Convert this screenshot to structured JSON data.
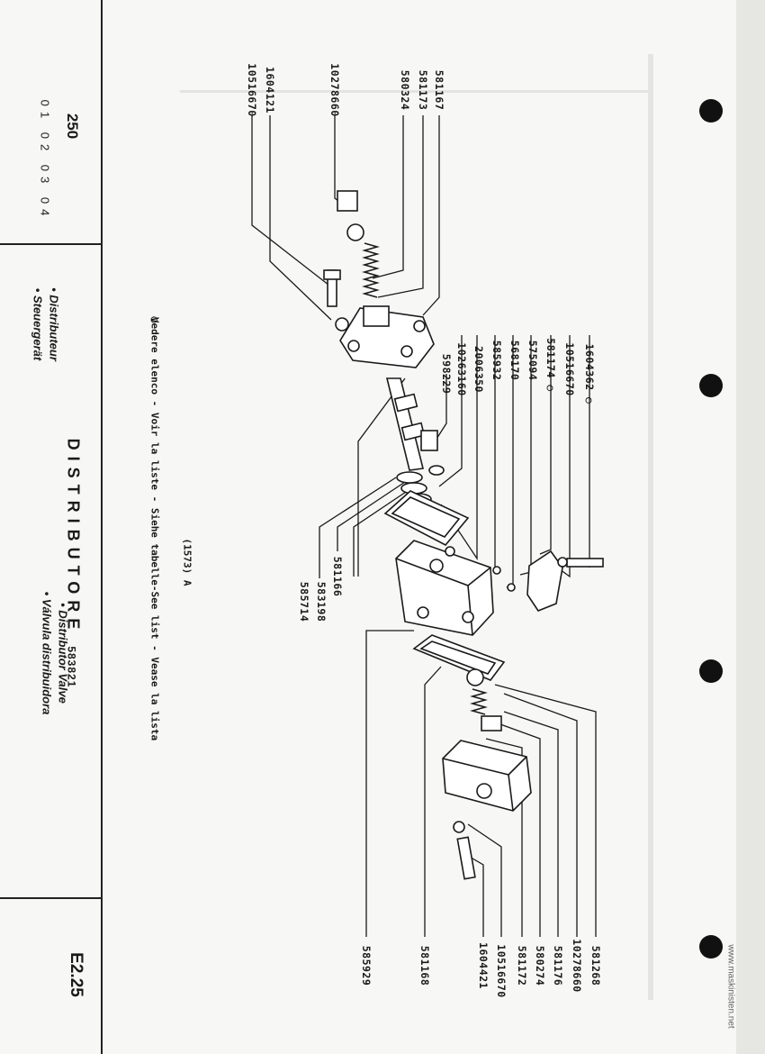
{
  "sheet": {
    "code": "E2.25",
    "model": "250",
    "variants": "01 02 03 04",
    "title": "DISTRIBUTORE",
    "part_number": "583821",
    "subtitles_left": [
      "• Distributeur",
      "• Steuergerät"
    ],
    "subtitles_right": [
      "• Distributor Valve",
      "• Válvula distribuidora"
    ],
    "note": "Vedere elenco - Voir la liste - Siehe tabelle-See list - Vease la lista",
    "note_symbol": "○",
    "figure_tag": "(1573) A",
    "watermark": "www.maskinisten.net"
  },
  "part_labels": [
    "581167",
    "581173",
    "580324",
    "10278660",
    "1604121",
    "10516670",
    "1604362 ○",
    "10516670",
    "581174 ○",
    "575094",
    "568170",
    "585932",
    "2006350",
    "10263160",
    "598229",
    "581166",
    "583198",
    "585714",
    "581268",
    "10278660",
    "581176",
    "580274",
    "581172",
    "10516670",
    "1604421",
    "581168",
    "585929"
  ],
  "colors": {
    "ink": "#1a1a1a",
    "paper": "#f7f7f5",
    "hole": "#111111"
  }
}
